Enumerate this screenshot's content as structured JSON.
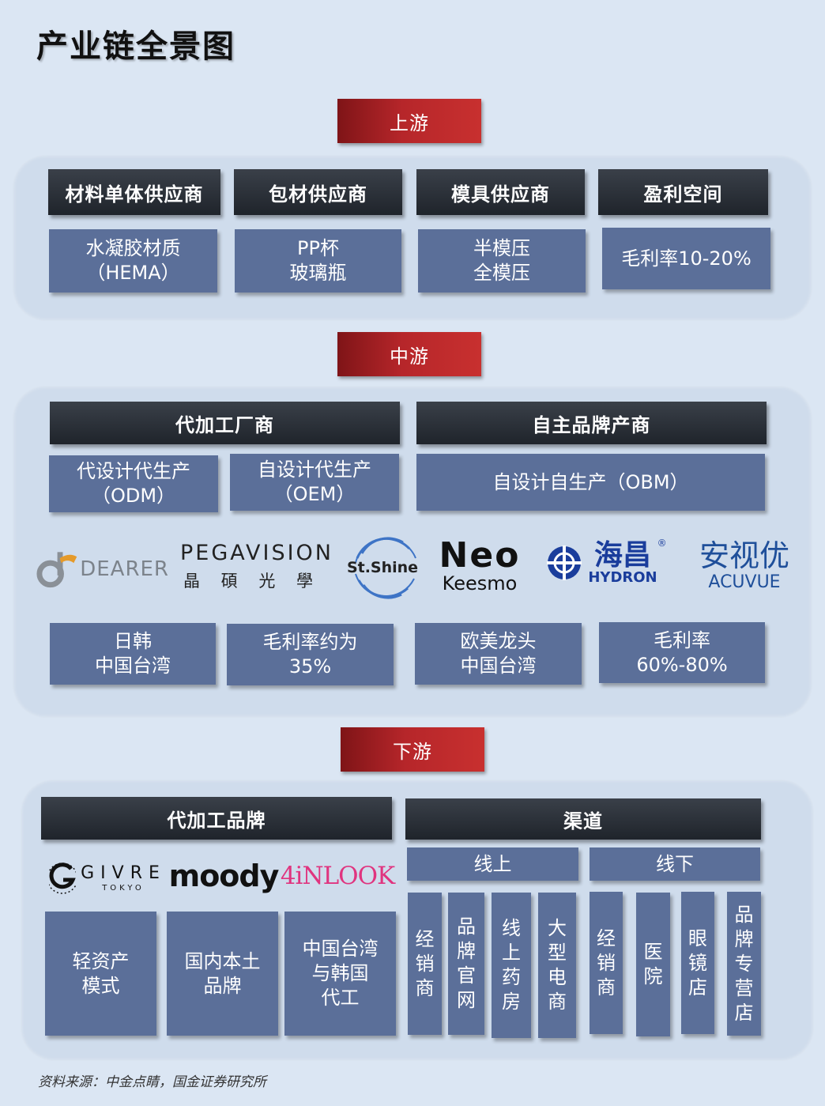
{
  "title": "产业链全景图",
  "upstream": {
    "stage": "上游",
    "columns": [
      {
        "header": "材料单体供应商",
        "content": "水凝胶材质\n（HEMA）"
      },
      {
        "header": "包材供应商",
        "content": "PP杯\n玻璃瓶"
      },
      {
        "header": "模具供应商",
        "content": "半模压\n全模压"
      },
      {
        "header": "盈利空间",
        "content": "毛利率10-20%"
      }
    ]
  },
  "midstream": {
    "stage": "中游",
    "oem_header": "代加工厂商",
    "own_header": "自主品牌产商",
    "odm": "代设计代生产\n（ODM）",
    "oem": "自设计代生产\n（OEM）",
    "obm": "自设计自生产（OBM）",
    "logos": {
      "dearer": "DEARER",
      "pegavision": "PEGAVISION",
      "pegavision_sub": "晶 碩 光 學",
      "stshine": "St.Shine",
      "neo": "Neo",
      "neo_sub": "Keesmo",
      "hydron": "海昌",
      "hydron_sub": "HYDRON",
      "acuvue_cn": "安视优",
      "acuvue": "ACUVUE"
    },
    "notes": [
      "日韩\n中国台湾",
      "毛利率约为\n35%",
      "欧美龙头\n中国台湾",
      "毛利率\n60%-80%"
    ]
  },
  "downstream": {
    "stage": "下游",
    "brand_header": "代加工品牌",
    "channel_header": "渠道",
    "logos": {
      "givre": "GIVRE",
      "givre_sub": "TOKYO",
      "moody": "moody",
      "inlook": "4iNLOOK"
    },
    "brand_boxes": [
      "轻资产\n模式",
      "国内本土\n品牌",
      "中国台湾\n与韩国\n代工"
    ],
    "online": "线上",
    "offline": "线下",
    "online_items": [
      "经销商",
      "品牌官网",
      "线上药房",
      "大型电商"
    ],
    "offline_items": [
      "经销商",
      "医院",
      "眼镜店",
      "品牌专营店"
    ]
  },
  "source": "资料来源：中金点睛，国金证券研究所",
  "colors": {
    "background": "#dbe6f3",
    "panel": "#cfdcec",
    "stage_red": "#b6262a",
    "header_dark": "#262b32",
    "box_blue": "#5b6f99",
    "inlook_pink": "#e0347f"
  }
}
